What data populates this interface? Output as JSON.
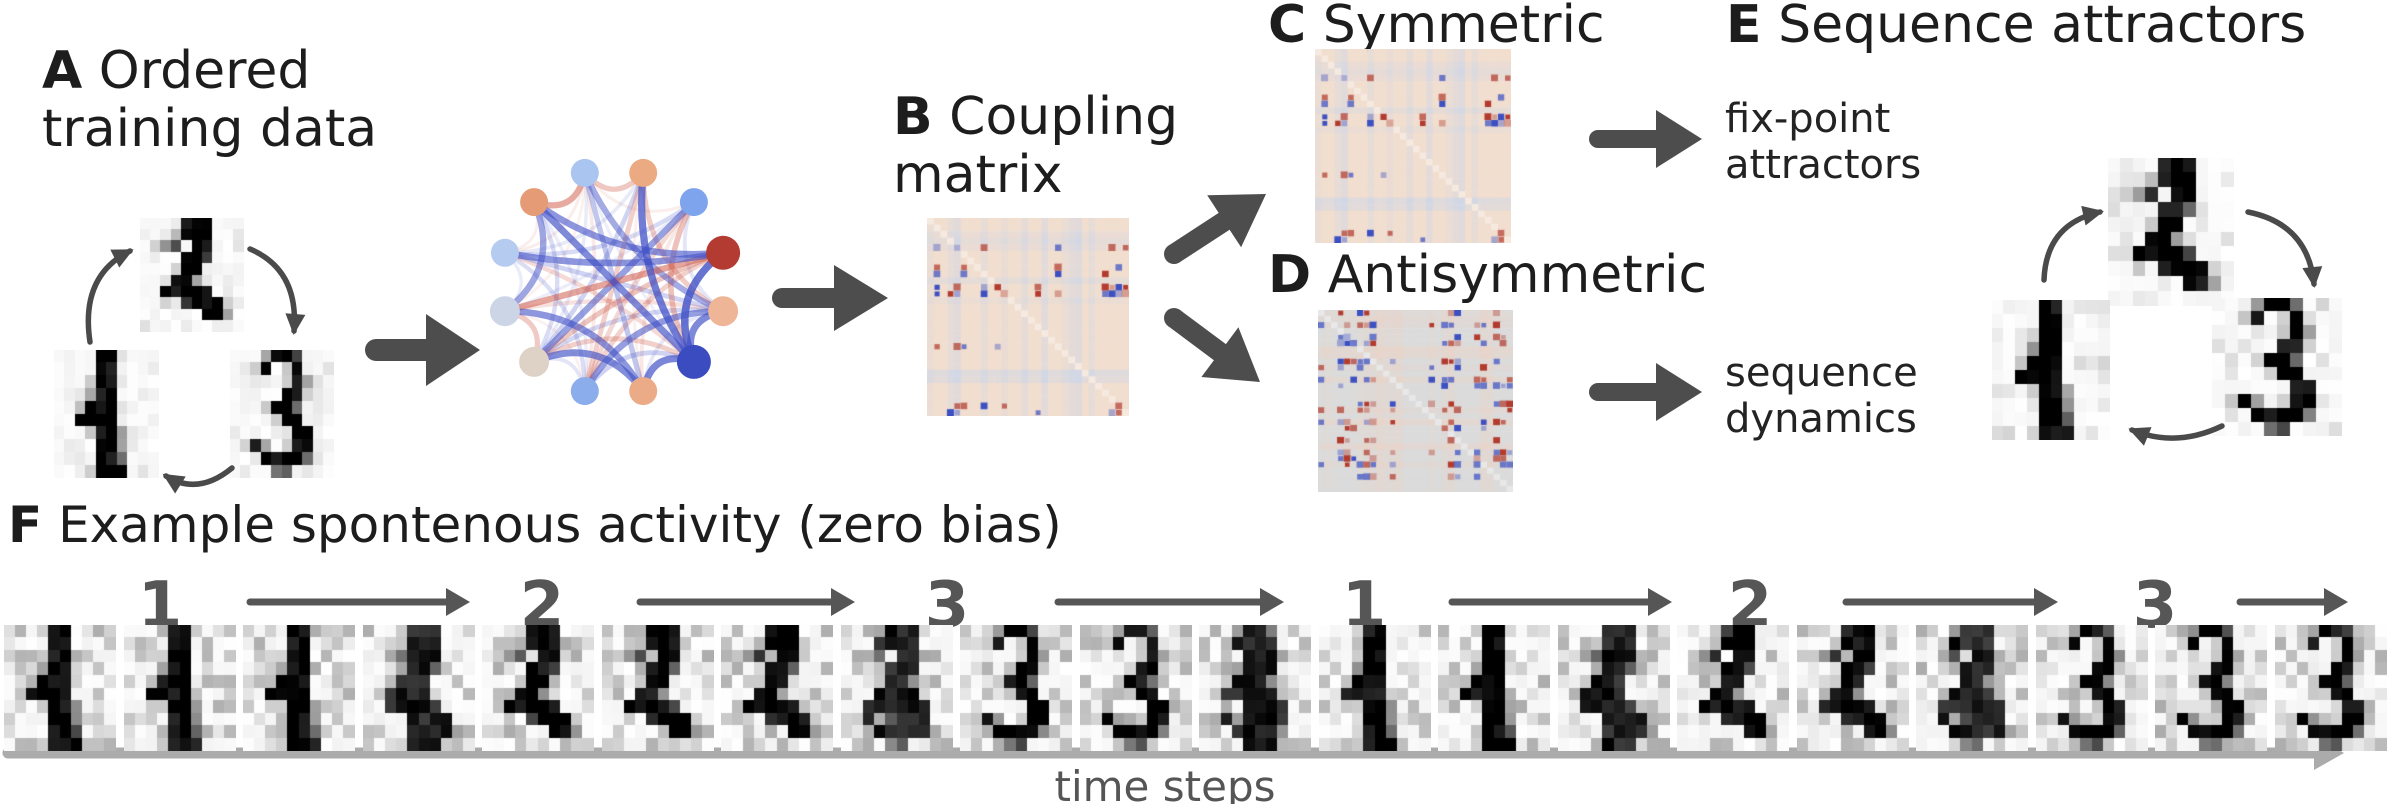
{
  "panels": {
    "a": {
      "label": "A",
      "title_line1": "Ordered",
      "title_line2": "training data"
    },
    "b": {
      "label": "B",
      "title_line1": "Coupling",
      "title_line2": "matrix"
    },
    "c": {
      "label": "C",
      "title": "Symmetric",
      "result_line1": "fix-point",
      "result_line2": "attractors"
    },
    "d": {
      "label": "D",
      "title": "Antisymmetric",
      "result_line1": "sequence",
      "result_line2": "dynamics"
    },
    "e": {
      "label": "E",
      "title": "Sequence attractors"
    },
    "f": {
      "label": "F",
      "title": "Example spontenous activity (zero bias)",
      "sequence_labels": [
        "1",
        "2",
        "3",
        "1",
        "2",
        "3"
      ],
      "tile_sequence": [
        "1",
        "1",
        "1",
        "1-2",
        "2",
        "2",
        "2",
        "2-3",
        "3",
        "3",
        "3-1",
        "1",
        "1",
        "1-2",
        "2",
        "2",
        "2-3",
        "3",
        "3",
        "3"
      ],
      "axis_label": "time steps"
    }
  },
  "digits": {
    "1": [
      "0002ff0000",
      "0002ff0000",
      "0003ff0000",
      "0006ff2000",
      "004fff2000",
      "02ffff0000",
      "0023ff6000",
      "0002ff6000",
      "0002ffa000",
      "0003fff100"
    ],
    "2": [
      "0000dff200",
      "0004fff200",
      "036b2ff000",
      "0000ffa000",
      "0003ff2000",
      "002ff60000",
      "01ffffc200",
      "0030cfff30",
      "000002ff60",
      "0000000200"
    ],
    "3": [
      "0006ffa000",
      "003f23f200",
      "000003f600",
      "00002ff300",
      "0003ff8000",
      "00003ff200",
      "020002ff00",
      "03f603ff00",
      "002ffff800",
      "00028a2000"
    ]
  },
  "network": {
    "node_colors": [
      "#ecaa82",
      "#7da4ec",
      "#b43b32",
      "#eeb596",
      "#3a4cc0",
      "#ecab87",
      "#8badec",
      "#ded2c6",
      "#ccd5e6",
      "#b6cbf0",
      "#e59c76",
      "#a9c5f0"
    ],
    "edge_positive": "#cf5a48",
    "edge_negative": "#4050c6"
  },
  "matrices": {
    "coupling": {
      "bg": "#f1decf",
      "band": "#c9d5ea",
      "neg": "#3c50c2",
      "pos": "#b23b2e",
      "seed": 7
    },
    "symmetric": {
      "bg": "#f1decf",
      "band": "#c9d5ea",
      "neg": "#3c50c2",
      "pos": "#b23b2e",
      "seed": 7
    },
    "antisymmetric": {
      "bg": "#dbdbdb",
      "band": "#ecd2c4",
      "neg": "#3c50c2",
      "pos": "#b23b2e",
      "seed": 13
    }
  },
  "colors": {
    "big_arrow": "#4d4d4d",
    "cycle_arrow": "#4a4a4a",
    "seq_arrow": "#565656",
    "timeline_arrow": "#ababab",
    "text": "#1d1d1d"
  }
}
